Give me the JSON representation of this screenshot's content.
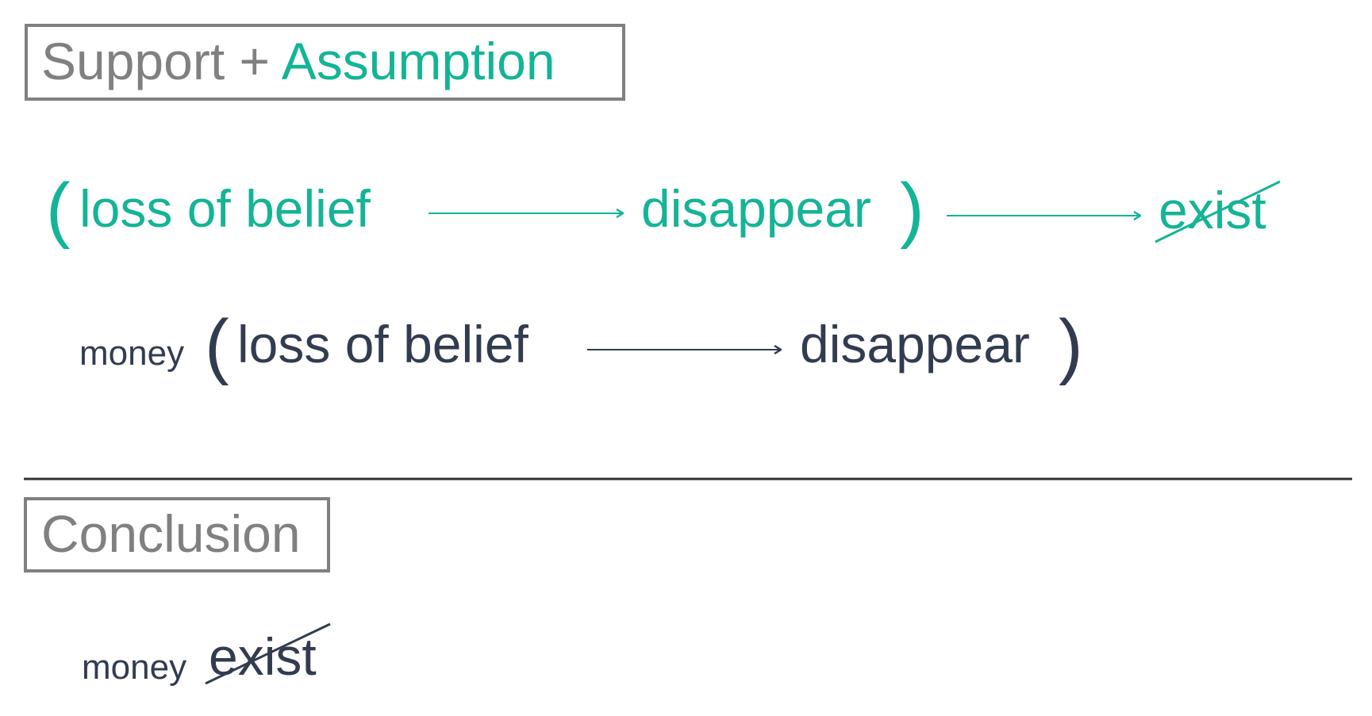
{
  "support_header": {
    "part1": "Support + ",
    "part2": "Assumption"
  },
  "row1": {
    "open_paren": "(",
    "premise": "loss of belief",
    "result": "disappear",
    "close_paren": ")",
    "conclusion": "exist"
  },
  "row2": {
    "subject": "money",
    "open_paren": "(",
    "premise": "loss of belief",
    "result": "disappear",
    "close_paren": ")"
  },
  "conclusion_header": "Conclusion",
  "conclusion": {
    "subject": "money",
    "predicate": "exist"
  },
  "colors": {
    "teal": "#14b496",
    "dark": "#323c50",
    "gray": "#808080"
  }
}
